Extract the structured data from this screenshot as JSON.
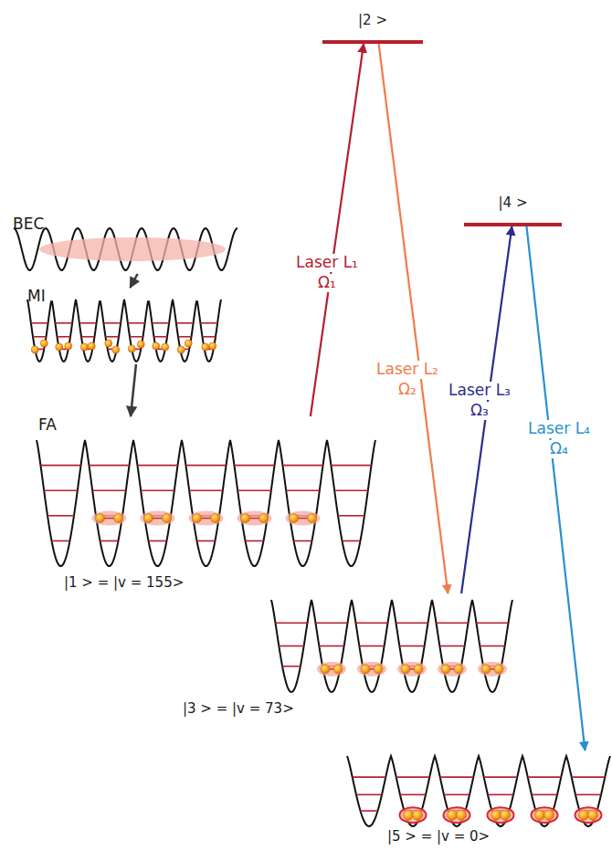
{
  "diagram": {
    "nodes": [
      {
        "text": [
          "BEC"
        ]
      },
      {
        "text": [
          "MI"
        ]
      },
      {
        "text": [
          "FA",
          "|1 > = |v = 155>"
        ]
      },
      {
        "text": [
          "|2 >"
        ]
      },
      {
        "text": [
          "|4 >"
        ]
      },
      {
        "text": [
          "|3 > = |v = 73>"
        ]
      },
      {
        "text": [
          "|5 > = |v = 0>"
        ]
      }
    ],
    "edges": [
      {
        "from": 0,
        "to": 1,
        "arrow": "to"
      },
      {
        "from": 1,
        "to": 2,
        "arrow": "to"
      },
      {
        "from": 2,
        "to": 3,
        "label": "Laser L₁",
        "arrow": "to"
      },
      {
        "from": 3,
        "to": 5,
        "label": "Laser L₂",
        "arrow": "to"
      },
      {
        "from": 5,
        "to": 4,
        "label": "Laser L₃",
        "arrow": "to"
      },
      {
        "from": 4,
        "to": 6,
        "label": "Laser L₄",
        "arrow": "to"
      }
    ],
    "labels": [
      "Ω₁",
      "Ω₂",
      "Ω₃",
      "Ω₄"
    ]
  }
}
